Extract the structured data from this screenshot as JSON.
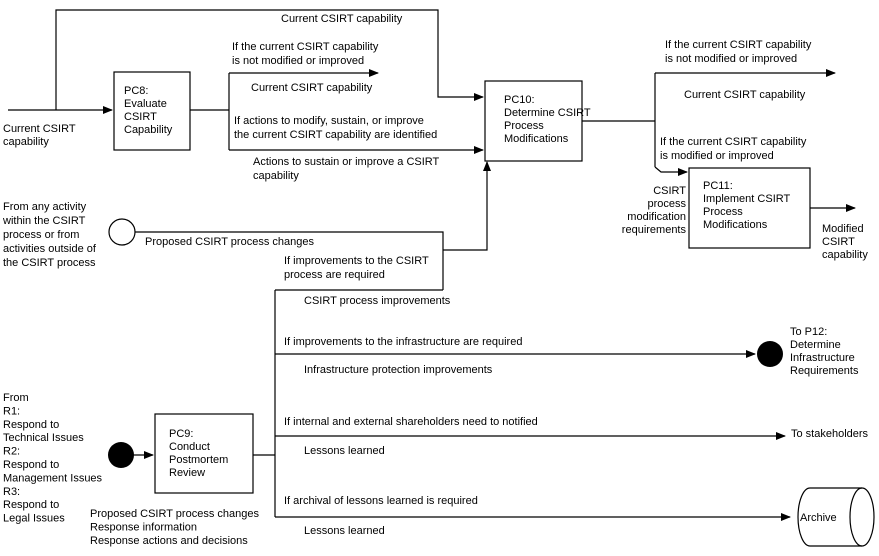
{
  "boxes": {
    "pc8": [
      "PC8:",
      "Evaluate",
      "CSIRT",
      "Capability"
    ],
    "pc9": [
      "PC9:",
      "Conduct",
      "Postmortem",
      "Review"
    ],
    "pc10": [
      "PC10:",
      "Determine CSIRT",
      "Process",
      "Modifications"
    ],
    "pc11": [
      "PC11:",
      "Implement CSIRT",
      "Process",
      "Modifications"
    ],
    "archive": [
      "Archive"
    ]
  },
  "labels": {
    "top_current_capability": [
      "Current CSIRT capability"
    ],
    "input_current_capability": [
      "Current CSIRT",
      "capability"
    ],
    "pc8_cond_not_modified": [
      "If the current CSIRT capability",
      "is not modified or improved"
    ],
    "pc8_current_capability": [
      "Current CSIRT capability"
    ],
    "pc8_cond_actions": [
      "If actions to modify, sustain, or improve",
      "the current CSIRT capability are identified"
    ],
    "pc8_actions": [
      "Actions to sustain or improve a CSIRT",
      "capability"
    ],
    "pc10_cond_not_modified": [
      "If the current CSIRT capability",
      "is not modified or improved"
    ],
    "pc10_current_capability": [
      "Current CSIRT capability"
    ],
    "pc10_cond_modified": [
      "If the current CSIRT capability",
      "is modified or improved"
    ],
    "pc10_requirements": [
      "CSIRT",
      "process",
      "modification",
      "requirements"
    ],
    "pc11_output": [
      "Modified",
      "CSIRT",
      "capability"
    ],
    "from_any_activity": [
      "From any activity",
      "within the CSIRT",
      "process or from",
      "activities outside of",
      "the CSIRT process"
    ],
    "proposed_changes": [
      "Proposed CSIRT process changes"
    ],
    "cond_process_improvements": [
      "If improvements to the CSIRT",
      "process are required"
    ],
    "process_improvements": [
      "CSIRT process improvements"
    ],
    "cond_infrastructure": [
      "If improvements to the infrastructure are required"
    ],
    "infrastructure_improvements": [
      "Infrastructure protection improvements"
    ],
    "to_p12": [
      "To P12:",
      "Determine",
      "Infrastructure",
      "Requirements"
    ],
    "cond_stakeholders": [
      "If internal and external shareholders need to notified"
    ],
    "lessons_learned_1": [
      "Lessons learned"
    ],
    "to_stakeholders": [
      "To stakeholders"
    ],
    "cond_archival": [
      "If archival of lessons learned is required"
    ],
    "lessons_learned_2": [
      "Lessons learned"
    ],
    "from_r": [
      "From",
      "R1:",
      "Respond to",
      "Technical Issues",
      "R2:",
      "Respond to",
      "Management Issues",
      "R3:",
      "Respond to",
      "Legal Issues"
    ],
    "pc9_inputs": [
      "Proposed CSIRT process changes",
      "Response information",
      "Response actions and decisions"
    ]
  }
}
